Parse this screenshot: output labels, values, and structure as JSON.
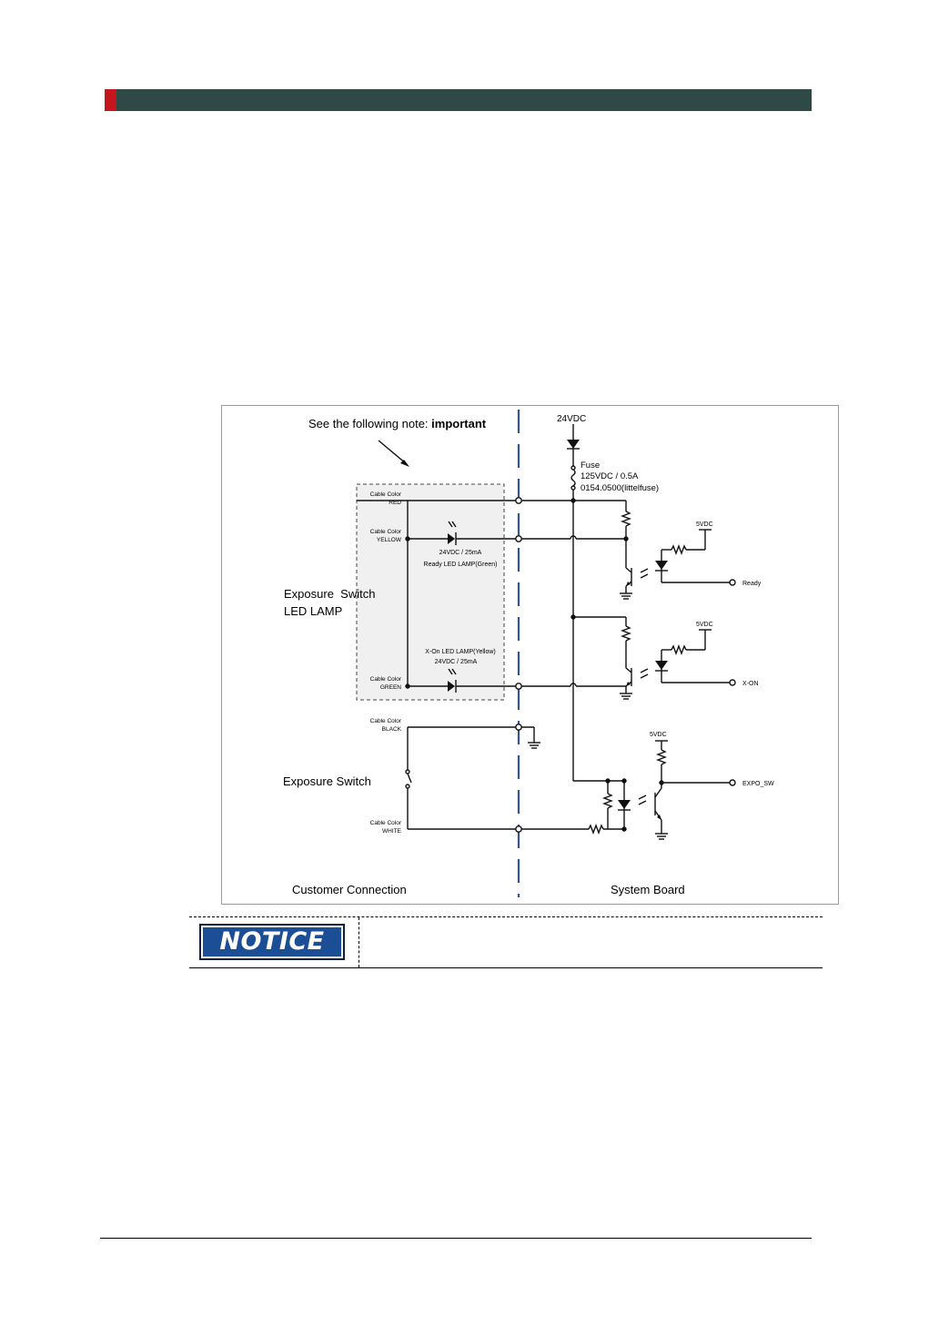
{
  "notice": {
    "badge_label": "NOTICE"
  },
  "figure": {
    "note": {
      "prefix": "See the following note: ",
      "emphasis": "important"
    },
    "power": {
      "supply": "24VDC",
      "fuse_label": "Fuse",
      "fuse_rating": "125VDC / 0.5A",
      "fuse_part": "0154.0500(littelfuse)"
    },
    "cables": {
      "caption": "Cable Color",
      "red": "RED",
      "yellow": "YELLOW",
      "green": "GREEN",
      "black": "BLACK",
      "white": "WHITE"
    },
    "leds": {
      "ready_rating": "24VDC / 25mA",
      "ready_name": "Ready LED LAMP(Green)",
      "xon_name": "X-On LED LAMP(Yellow)",
      "xon_rating": "24VDC / 25mA"
    },
    "labels": {
      "exposure_switch_led_line1": "Exposure  Switch",
      "exposure_switch_led_line2": "LED LAMP",
      "exposure_switch": "Exposure Switch",
      "customer_connection": "Customer Connection",
      "system_board": "System Board"
    },
    "outputs": {
      "vdc_ready": "5VDC",
      "ready": "Ready",
      "vdc_xon": "5VDC",
      "xon": "X-ON",
      "vdc_expo": "5VDC",
      "expo": "EXPO_SW"
    }
  }
}
